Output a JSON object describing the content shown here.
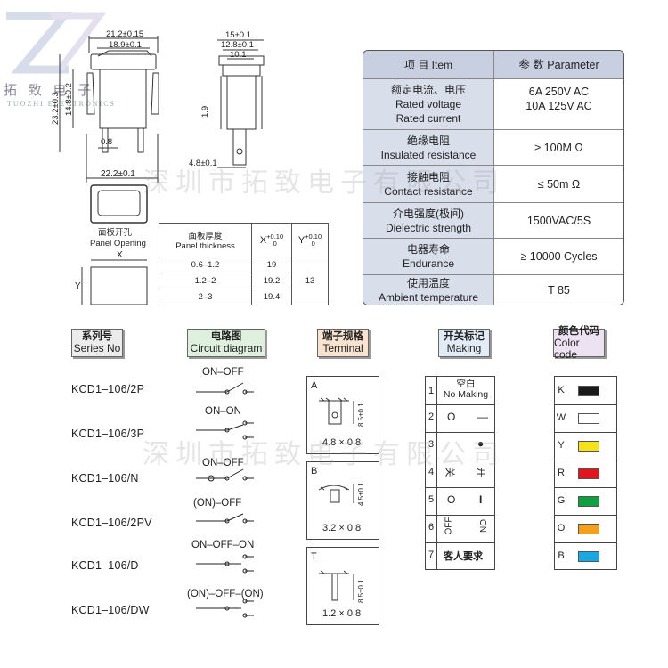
{
  "logo": {
    "cn": "拓 致 电 子",
    "en": "TUOZHI  ELECTRONICS"
  },
  "watermark": "深圳市拓致电子有限公司",
  "drawing": {
    "dims": [
      "21.2±0.15",
      "18.9±0.1",
      "14.8±0.2",
      "23.2±0.3",
      "0.8",
      "22.2±0.1",
      "15±0.1",
      "12.8±0.1",
      "10.1",
      "1.9",
      "4.8±0.1"
    ],
    "panel_opening_cn": "面板开孔",
    "panel_opening_en": "Panel Opening",
    "x_label": "X",
    "y_label": "Y"
  },
  "thickness_table": {
    "header_cn": "面板厚度",
    "header_en": "Panel thickness",
    "x_head": "X",
    "x_tol_top": "+0.10",
    "x_tol_bot": "0",
    "y_head": "Y",
    "y_tol_top": "+0.10",
    "y_tol_bot": "0",
    "rows": [
      {
        "t": "0.6–1.2",
        "x": "19"
      },
      {
        "t": "1.2–2",
        "x": "19.2"
      },
      {
        "t": "2–3",
        "x": "19.4"
      }
    ],
    "y_value": "13"
  },
  "param_table": {
    "head_l": "项 目  Item",
    "head_r": "参 数   Parameter",
    "rows": [
      {
        "l": [
          "额定电流、电压",
          "Rated voltage",
          "Rated current"
        ],
        "r": [
          "6A  250V AC",
          "10A 125V AC"
        ]
      },
      {
        "l": [
          "绝缘电阻",
          "Insulated resistance"
        ],
        "r": [
          "≥ 100M Ω"
        ]
      },
      {
        "l": [
          "接触电阻",
          "Contact resistance"
        ],
        "r": [
          "≤ 50m Ω"
        ]
      },
      {
        "l": [
          "介电强度(极间)",
          "Dielectric strength"
        ],
        "r": [
          "1500VAC/5S"
        ]
      },
      {
        "l": [
          "电器寿命",
          "Endurance"
        ],
        "r": [
          "≥ 10000 Cycles"
        ]
      },
      {
        "l": [
          "使用温度",
          "Ambient temperature"
        ],
        "r": [
          "T 85"
        ]
      }
    ]
  },
  "headers": {
    "series": {
      "cn": "系列号",
      "en": "Series No"
    },
    "circuit": {
      "cn": "电路图",
      "en": "Circuit diagram"
    },
    "terminal": {
      "cn": "端子规格",
      "en": "Terminal"
    },
    "making": {
      "cn": "开关标记",
      "en": "Making"
    },
    "color": {
      "cn": "颜色代码",
      "en": "Color code"
    }
  },
  "series": [
    {
      "model": "KCD1–106/2P",
      "circuit": "ON–OFF"
    },
    {
      "model": "KCD1–106/3P",
      "circuit": "ON–ON"
    },
    {
      "model": "KCD1–106/N",
      "circuit": "ON–OFF"
    },
    {
      "model": "KCD1–106/2PV",
      "circuit": "(ON)–OFF"
    },
    {
      "model": "KCD1–106/D",
      "circuit": "ON–OFF–ON"
    },
    {
      "model": "KCD1–106/DW",
      "circuit": "(ON)–OFF–(ON)"
    }
  ],
  "terminals": [
    {
      "id": "A",
      "height": "8.5±0.1",
      "size": "4.8 × 0.8"
    },
    {
      "id": "B",
      "height": "4.5±0.1",
      "size": "3.2 × 0.8"
    },
    {
      "id": "T",
      "height": "8.5±0.1",
      "size": "1.2 × 0.8"
    }
  ],
  "making": [
    {
      "n": "1",
      "a": "空白",
      "b": "No Making"
    },
    {
      "n": "2",
      "a": "O",
      "b": "—"
    },
    {
      "n": "3",
      "a": "",
      "b": "●"
    },
    {
      "n": "4",
      "a": "关",
      "b": "开"
    },
    {
      "n": "5",
      "a": "O",
      "b": "I"
    },
    {
      "n": "6",
      "a": "OFF",
      "b": "ON"
    },
    {
      "n": "7",
      "a": "客人要求",
      "b": ""
    }
  ],
  "colors": [
    {
      "l": "K",
      "hex": "#1a1a1a"
    },
    {
      "l": "W",
      "hex": "#ffffff"
    },
    {
      "l": "Y",
      "hex": "#f5e21b"
    },
    {
      "l": "R",
      "hex": "#e4141e"
    },
    {
      "l": "G",
      "hex": "#10a040"
    },
    {
      "l": "O",
      "hex": "#f5a01a"
    },
    {
      "l": "B",
      "hex": "#1aa8e4"
    }
  ]
}
